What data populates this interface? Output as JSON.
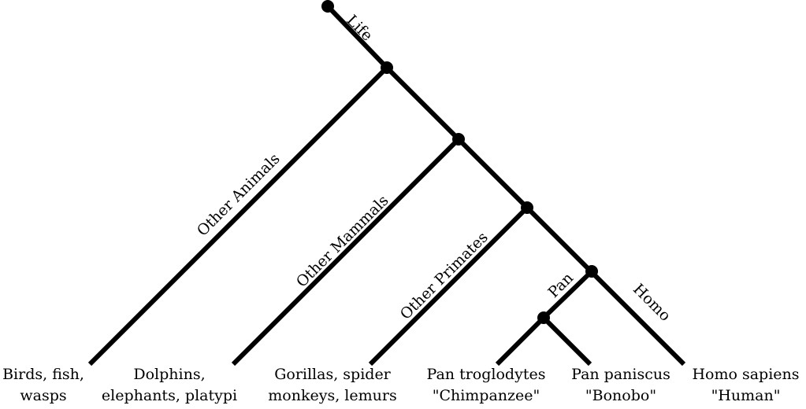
{
  "tree": {
    "branches": {
      "life": "Life",
      "other_animals": "Other Animals",
      "other_mammals": "Other Mammals",
      "other_primates": "Other Primates",
      "pan": "Pan",
      "homo": "Homo"
    },
    "leaves": [
      {
        "line1": "Birds, fish,",
        "line2": "wasps"
      },
      {
        "line1": "Dolphins,",
        "line2": "elephants, platypi"
      },
      {
        "line1": "Gorillas, spider",
        "line2": "monkeys, lemurs"
      },
      {
        "line1": "Pan troglodytes",
        "line2": "\"Chimpanzee\""
      },
      {
        "line1": "Pan paniscus",
        "line2": "\"Bonobo\""
      },
      {
        "line1": "Homo sapiens",
        "line2": "\"Human\""
      }
    ]
  }
}
